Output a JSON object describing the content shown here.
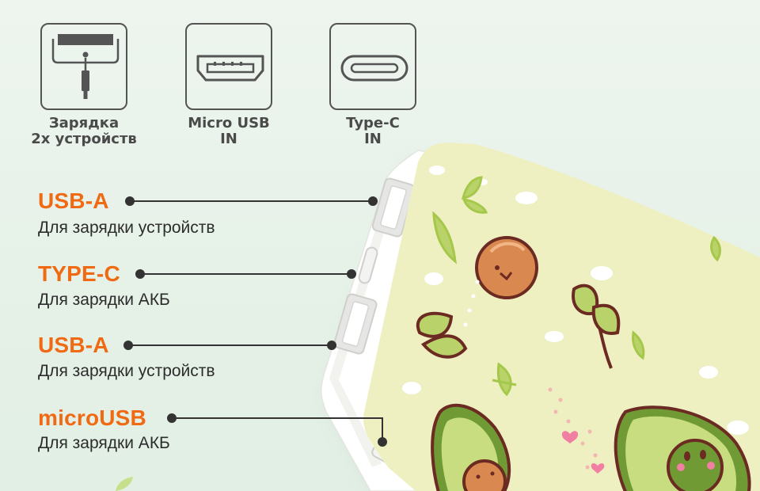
{
  "icons": [
    {
      "name": "dual-charging-icon",
      "line1": "Зарядка",
      "line2": "2х устройств"
    },
    {
      "name": "micro-usb-icon",
      "line1": "Micro USB",
      "line2": "IN"
    },
    {
      "name": "type-c-icon",
      "line1": "Type-C",
      "line2": "IN"
    }
  ],
  "ports": [
    {
      "title": "USB-A",
      "desc": "Для зарядки устройств"
    },
    {
      "title": "TYPE-C",
      "desc": "Для зарядки АКБ"
    },
    {
      "title": "USB-A",
      "desc": "Для зарядки устройств"
    },
    {
      "title": "microUSB",
      "desc": "Для зарядки АКБ"
    }
  ],
  "colors": {
    "accent": "#f06a14",
    "text": "#2c2c2c",
    "icon_stroke": "#545454",
    "device_face": "#eef0c2",
    "device_shell": "#ffffff",
    "leaf": "#a5c84a",
    "avocado_skin": "#6f9a34",
    "avocado_flesh": "#c7dd7f",
    "seed": "#d9884f",
    "outline": "#6b2a22"
  }
}
